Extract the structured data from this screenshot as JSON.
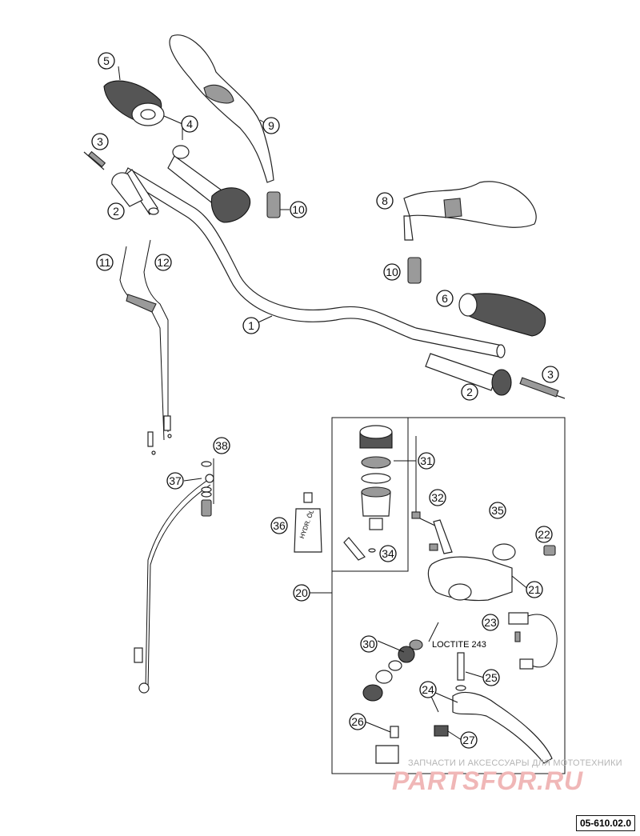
{
  "callouts": [
    "1",
    "2",
    "3",
    "4",
    "5",
    "6",
    "8",
    "9",
    "10",
    "11",
    "12",
    "20",
    "21",
    "22",
    "23",
    "24",
    "25",
    "26",
    "27",
    "30",
    "31",
    "32",
    "34",
    "35",
    "36",
    "37",
    "38"
  ],
  "bottle_label": "HYDR. ÖL",
  "loctite_label": "LOCTITE 243",
  "watermark": {
    "subtitle": "ЗАПЧАСТИ И АКСЕССУАРЫ ДЛЯ МОТОТЕХНИКИ",
    "logo": "PARTSFOR.RU"
  },
  "document_code": "05-610.02.0"
}
